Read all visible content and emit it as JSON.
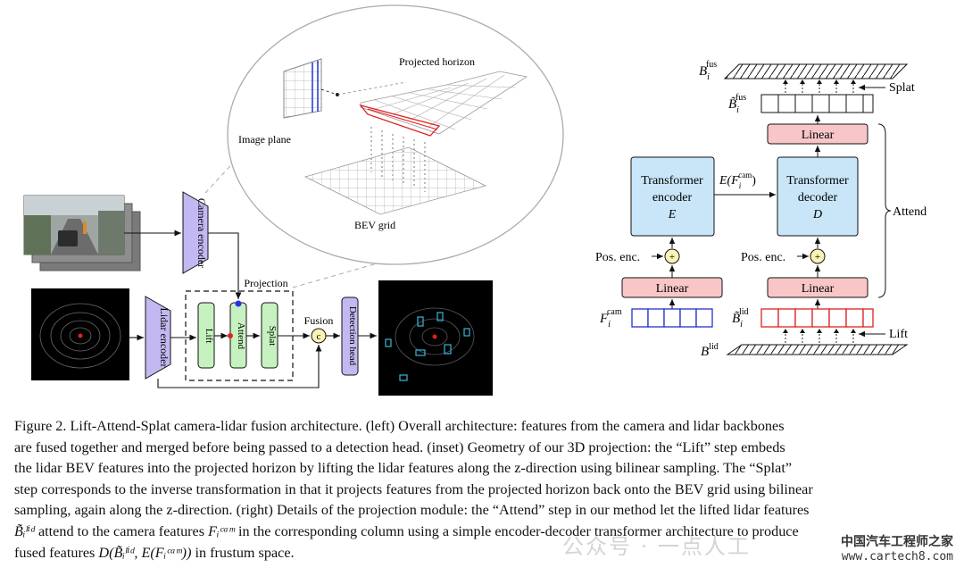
{
  "left": {
    "camera_encoder": "Camera encoder",
    "lidar_encoder": "Lidar encoder",
    "projection": "Projection",
    "lift": "Lift",
    "attend": "Attend",
    "splat": "Splat",
    "fusion": "Fusion",
    "concat_symbol": "c",
    "detection_head": "Detection head"
  },
  "inset": {
    "projected_horizon": "Projected horizon",
    "image_plane": "Image plane",
    "bev_grid": "BEV grid"
  },
  "right": {
    "b_fus": "B",
    "b_fus_sub": "i",
    "b_fus_sup": "fus",
    "b_tilde_fus": "B̃",
    "b_tilde_fus_sub": "i",
    "b_tilde_fus_sup": "fus",
    "splat": "Splat",
    "linear_top": "Linear",
    "transformer_encoder_1": "Transformer",
    "transformer_encoder_2": "encoder",
    "transformer_encoder_3": "E",
    "transformer_decoder_1": "Transformer",
    "transformer_decoder_2": "decoder",
    "transformer_decoder_3": "D",
    "e_f_cam": "E(F",
    "e_f_cam_sub": "i",
    "e_f_cam_sup": "cam",
    "e_f_cam_close": ")",
    "attend": "Attend",
    "pos_enc_left": "Pos. enc.",
    "pos_enc_right": "Pos. enc.",
    "plus": "+",
    "linear_left": "Linear",
    "linear_right": "Linear",
    "f_cam": "F",
    "f_cam_sub": "i",
    "f_cam_sup": "cam",
    "b_tilde_lid": "B̃",
    "b_tilde_lid_sub": "i",
    "b_tilde_lid_sup": "lid",
    "lift": "Lift",
    "b_lid": "B",
    "b_lid_sup": "lid"
  },
  "caption": {
    "line1": "Figure 2.   Lift-Attend-Splat camera-lidar fusion architecture. (left) Overall architecture: features from the camera and lidar backbones",
    "line2": "are fused together and merged before being passed to a detection head. (inset) Geometry of our 3D projection: the “Lift” step embeds",
    "line3": "the lidar BEV features into the projected horizon by lifting the lidar features along the z-direction using bilinear sampling. The “Splat”",
    "line4": "step corresponds to the inverse transformation in that it projects features from the projected horizon back onto the BEV grid using bilinear",
    "line5": "sampling, again along the z-direction. (right) Details of the projection module: the “Attend” step in our method let the lifted lidar features",
    "line6a": "B̃ᵢˡⁱᵈ",
    "line6b": " attend to the camera features ",
    "line6c": "Fᵢᶜᵃᵐ",
    "line6d": " in the corresponding column using a simple encoder-decoder transformer architecture to produce",
    "line7a": "fused features ",
    "line7b": "D(B̃ᵢˡⁱᵈ, E(Fᵢᶜᵃᵐ))",
    "line7c": " in frustum space."
  },
  "watermark": {
    "faint": "公众号 · 一点人工",
    "cn": "中国汽车工程师之家",
    "url": "www.cartech8.com"
  },
  "colors": {
    "encoder_fill": "#c4b8f2",
    "green_fill": "#c6f2c0",
    "blue_fill": "#c8e6f7",
    "pink_fill": "#f9c6c8",
    "plus_fill": "#fbf2b4",
    "cam_row": "#2233cc",
    "lid_row": "#e02020"
  }
}
